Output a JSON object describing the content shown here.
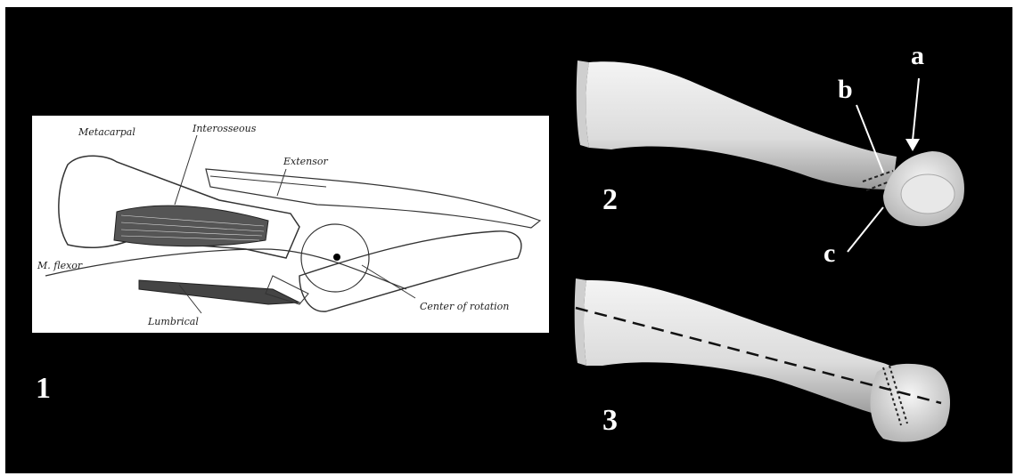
{
  "panel1": {
    "figure_number": "1",
    "labels": {
      "metacarpal": "Metacarpal",
      "interosseous": "Interosseous",
      "extensor": "Extensor",
      "m_flexor": "M. flexor",
      "lumbrical": "Lumbrical",
      "center_of_rotation": "Center of rotation"
    }
  },
  "panel2": {
    "figure_number": "2",
    "letters": {
      "a": "a",
      "b": "b",
      "c": "c"
    }
  },
  "panel3": {
    "figure_number": "3"
  },
  "colors": {
    "background": "#000000",
    "bone": "#e6e6e6",
    "sketch_bg": "#ffffff"
  }
}
